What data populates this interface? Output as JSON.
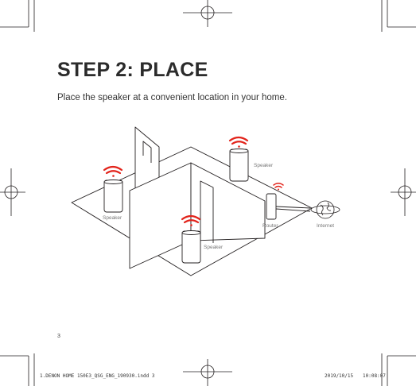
{
  "page": {
    "title": "STEP 2: PLACE",
    "subtitle": "Place the speaker at a convenient location in your home.",
    "page_number": "3"
  },
  "illustration": {
    "labels": {
      "speaker_left": "Speaker",
      "speaker_top": "Speaker",
      "speaker_bottom": "Speaker",
      "router": "Router",
      "internet": "Internet"
    },
    "icons": [
      "speaker-icon",
      "router-icon",
      "globe-icon",
      "wifi-signal-icon"
    ],
    "colors": {
      "wifi": "#e2231a",
      "line": "#231f20"
    }
  },
  "print_slug": {
    "file": "1.DENON HOME 150E3_QSG_ENG_190930.indd   3",
    "date": "2019/10/15",
    "time": "10:08:07"
  }
}
